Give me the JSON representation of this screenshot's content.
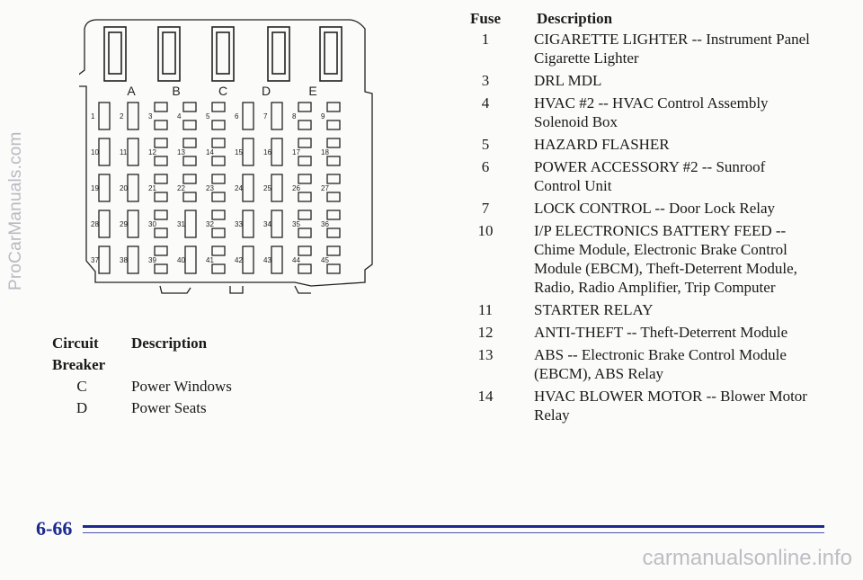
{
  "watermark": {
    "left": "ProCarManuals.com",
    "bottom": "carmanualsonline.info"
  },
  "diagram": {
    "top_labels": [
      "A",
      "B",
      "C",
      "D",
      "E"
    ],
    "fuse_numbers": [
      "1",
      "2",
      "3",
      "4",
      "5",
      "6",
      "7",
      "8",
      "9",
      "10",
      "11",
      "12",
      "13",
      "14",
      "15",
      "16",
      "17",
      "18",
      "19",
      "20",
      "21",
      "22",
      "23",
      "24",
      "25",
      "26",
      "27",
      "28",
      "29",
      "30",
      "31",
      "32",
      "33",
      "34",
      "35",
      "36",
      "37",
      "38",
      "39",
      "40",
      "41",
      "42",
      "43",
      "44",
      "45"
    ]
  },
  "circuit_breaker_table": {
    "header": {
      "col1_line1": "Circuit",
      "col1_line2": "Breaker",
      "col2": "Description"
    },
    "rows": [
      {
        "id": "C",
        "description": "Power Windows"
      },
      {
        "id": "D",
        "description": "Power Seats"
      }
    ]
  },
  "fuse_table": {
    "header": {
      "fuse": "Fuse",
      "description": "Description"
    },
    "rows": [
      {
        "fuse": "1",
        "description": "CIGARETTE LIGHTER -- Instrument Panel Cigarette Lighter"
      },
      {
        "fuse": "3",
        "description": "DRL MDL"
      },
      {
        "fuse": "4",
        "description": "HVAC #2 -- HVAC Control Assembly Solenoid Box"
      },
      {
        "fuse": "5",
        "description": "HAZARD FLASHER"
      },
      {
        "fuse": "6",
        "description": "POWER ACCESSORY #2 -- Sunroof Control Unit"
      },
      {
        "fuse": "7",
        "description": "LOCK CONTROL -- Door Lock Relay"
      },
      {
        "fuse": "10",
        "description": "I/P ELECTRONICS BATTERY FEED -- Chime Module, Electronic Brake Control Module (EBCM), Theft-Deterrent Module, Radio, Radio Amplifier, Trip Computer"
      },
      {
        "fuse": "11",
        "description": "STARTER RELAY"
      },
      {
        "fuse": "12",
        "description": "ANTI-THEFT -- Theft-Deterrent Module"
      },
      {
        "fuse": "13",
        "description": "ABS -- Electronic Brake Control Module (EBCM), ABS Relay"
      },
      {
        "fuse": "14",
        "description": "HVAC BLOWER MOTOR -- Blower Motor Relay"
      }
    ]
  },
  "page_number": "6-66"
}
